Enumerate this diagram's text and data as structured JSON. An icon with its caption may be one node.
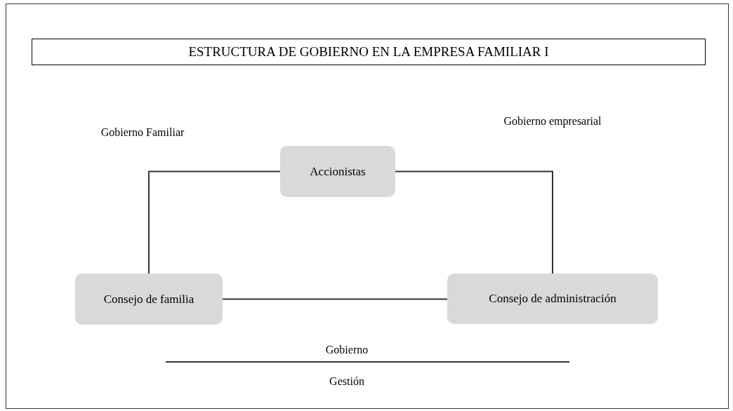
{
  "diagram": {
    "title": "ESTRUCTURA DE GOBIERNO EN LA EMPRESA FAMILIAR I",
    "nodes": [
      {
        "text": [
          "Accionistas"
        ]
      },
      {
        "text": [
          "Consejo de familia"
        ]
      },
      {
        "text": [
          "Consejo de administración"
        ]
      }
    ],
    "edges": [
      {
        "from": 0,
        "to": 1,
        "arrow": "none"
      },
      {
        "from": 0,
        "to": 2,
        "arrow": "none"
      },
      {
        "from": 1,
        "to": 2,
        "arrow": "none"
      }
    ],
    "labels": [
      "Gobierno Familiar",
      "Gobierno empresarial",
      "Gobierno",
      "Gestión"
    ]
  }
}
